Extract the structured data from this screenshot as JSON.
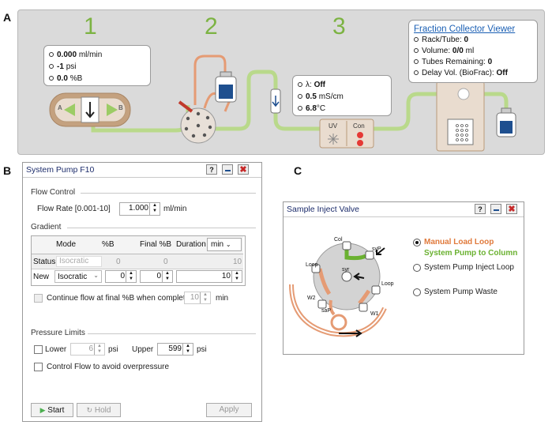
{
  "panel_labels": {
    "a": "A",
    "b": "B",
    "c": "C"
  },
  "panelA": {
    "steps": [
      "1",
      "2",
      "3"
    ],
    "flow_box": {
      "flow_value": "0.000",
      "flow_unit": "ml/min",
      "pressure_value": "-1",
      "pressure_unit": "psi",
      "percent_b_value": "0.0",
      "percent_b_unit": "%B"
    },
    "valve": {
      "a_label": "A",
      "b_label": "B"
    },
    "detector_box": {
      "lambda_label": "λ:",
      "lambda_value": "Off",
      "cond_value": "0.5",
      "cond_unit": "mS/cm",
      "temp_value": "6.8",
      "temp_unit": "°C"
    },
    "detector": {
      "uv_label": "UV",
      "con_label": "Con"
    },
    "fraction_collector": {
      "title": "Fraction Collector Viewer",
      "rack_label": "Rack/Tube:",
      "rack_value": "0",
      "volume_label": "Volume:",
      "volume_value": "0/0",
      "volume_unit": "ml",
      "tubes_label": "Tubes Remaining:",
      "tubes_value": "0",
      "delay_label": "Delay Vol. (BioFrac):",
      "delay_value": "Off"
    }
  },
  "system_pump": {
    "title": "System Pump F10",
    "help_btn": "?",
    "flow_control_label": "Flow Control",
    "flow_rate_label": "Flow Rate [0.001-10]",
    "flow_rate_value": "1.000",
    "flow_rate_unit": "ml/min",
    "gradient_label": "Gradient",
    "columns": {
      "mode": "Mode",
      "pct_b": "%B",
      "final_pct_b": "Final %B",
      "duration": "Duration",
      "duration_unit": "min"
    },
    "status_row": {
      "label": "Status",
      "mode": "Isocratic",
      "pct_b": "0",
      "final": "0",
      "duration": "10"
    },
    "new_row": {
      "label": "New",
      "mode": "Isocratic",
      "pct_b": "0",
      "final": "0",
      "duration": "10"
    },
    "continue_label": "Continue flow at final %B when complete",
    "continue_value": "10",
    "continue_unit": "min",
    "pressure_limits_label": "Pressure Limits",
    "lower_label": "Lower",
    "lower_value": "6",
    "lower_unit": "psi",
    "upper_label": "Upper",
    "upper_value": "599",
    "upper_unit": "psi",
    "control_flow_label": "Control Flow to avoid overpressure",
    "start_btn": "Start",
    "hold_btn": "Hold",
    "apply_btn": "Apply"
  },
  "inject_valve": {
    "title": "Sample Inject Valve",
    "help_btn": "?",
    "port_labels": {
      "col": "Col",
      "syp": "syP",
      "syr": "syr",
      "loop_left": "Loop",
      "loop_right": "Loop",
      "w2": "W2",
      "sap": "saP",
      "w1": "W1"
    },
    "options": [
      {
        "label": "Manual Load Loop",
        "sub": "System Pump to Column",
        "selected": true
      },
      {
        "label": "System Pump Inject Loop",
        "selected": false
      },
      {
        "label": "System Pump Waste",
        "selected": false
      }
    ],
    "colors": {
      "manual_load": "#e07a3c",
      "to_column": "#6ab130"
    }
  },
  "colors": {
    "step": "#7cb342",
    "tubing_green": "#b9d98b",
    "tubing_orange": "#e59b74",
    "link": "#1a5fb4",
    "close_red": "#c62828"
  }
}
